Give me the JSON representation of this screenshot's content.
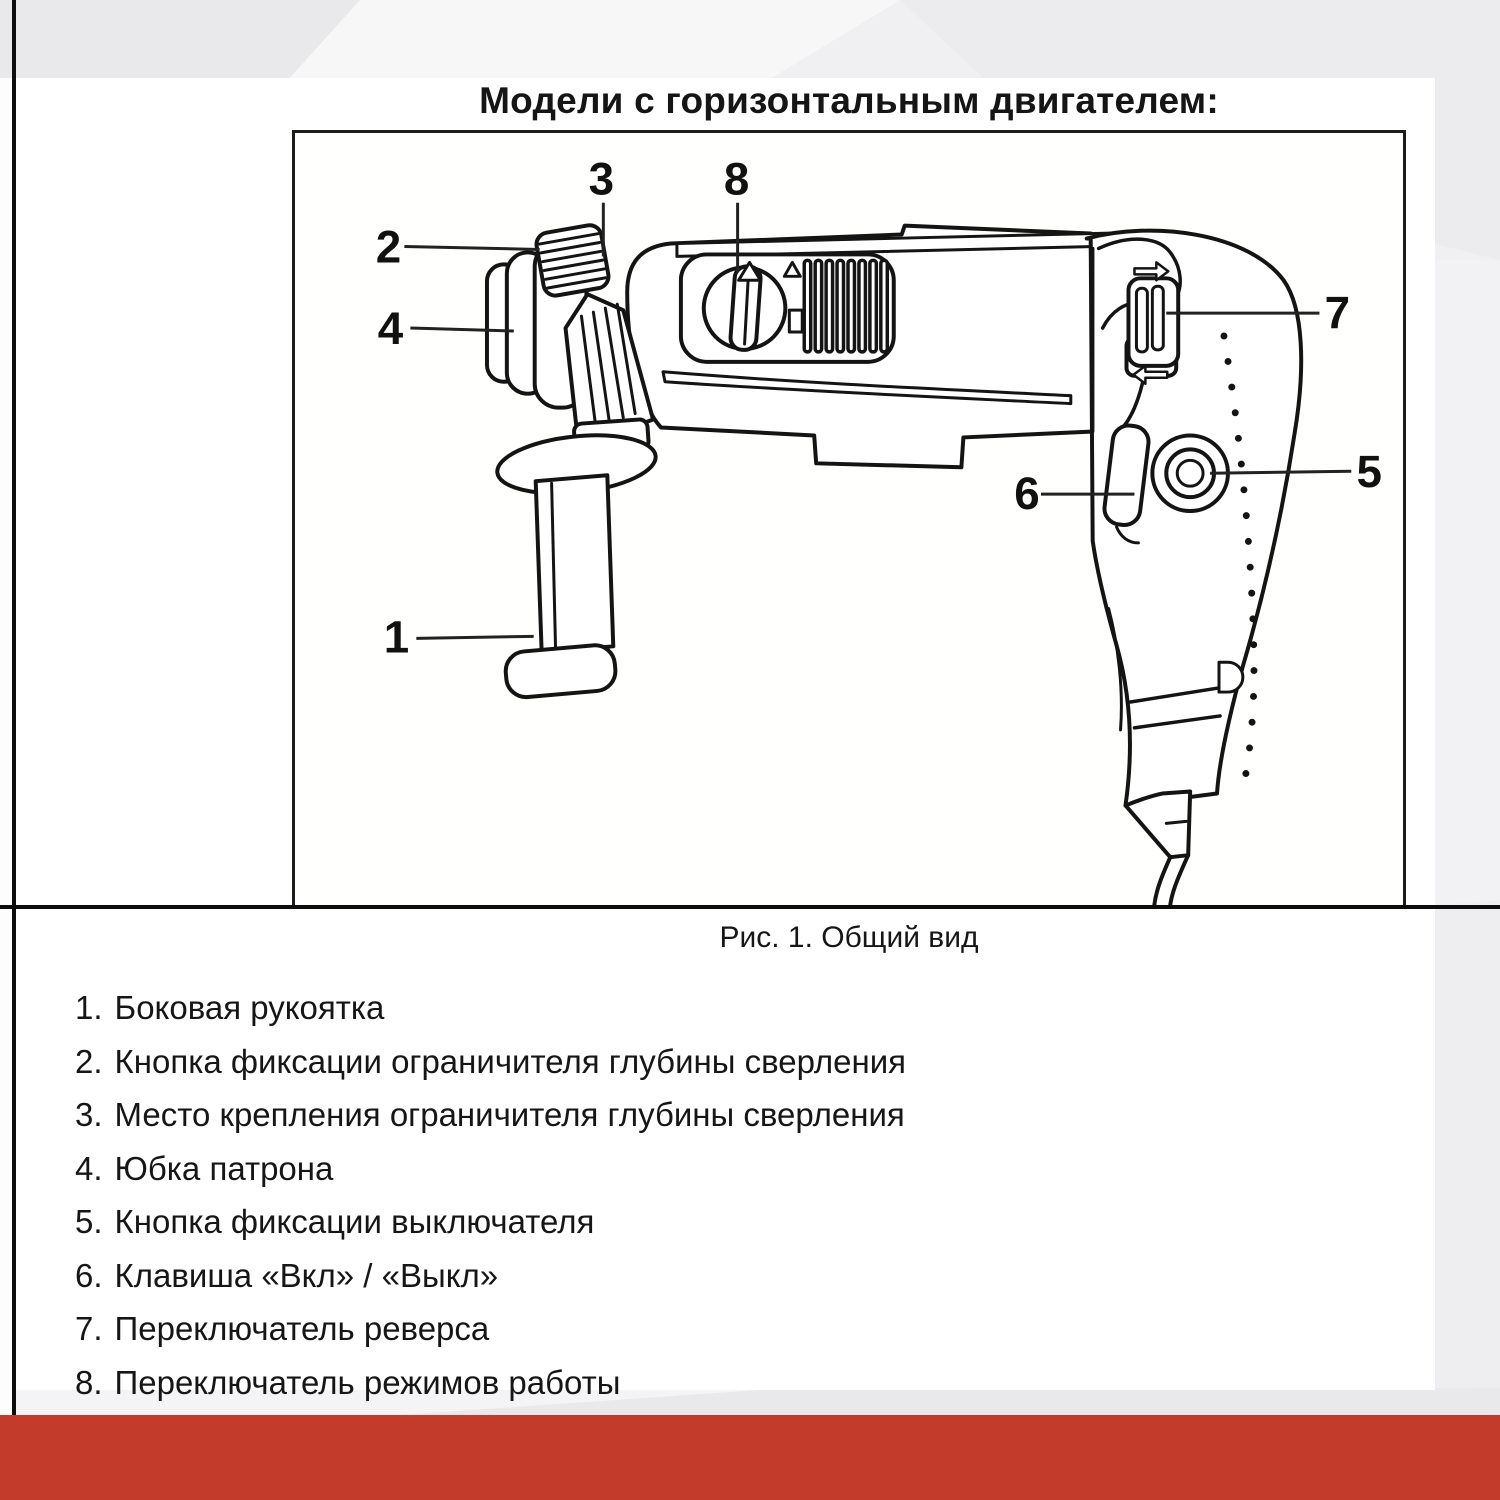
{
  "page": {
    "title": "Модели с горизонтальным двигателем:",
    "figure_caption": "Рис. 1. Общий вид"
  },
  "diagram": {
    "callouts": [
      {
        "num": "1"
      },
      {
        "num": "2"
      },
      {
        "num": "3"
      },
      {
        "num": "4"
      },
      {
        "num": "5"
      },
      {
        "num": "6"
      },
      {
        "num": "7"
      },
      {
        "num": "8"
      }
    ]
  },
  "parts_list": [
    {
      "num": "1.",
      "label": "Боковая рукоятка"
    },
    {
      "num": "2.",
      "label": "Кнопка фиксации ограничителя глубины сверления"
    },
    {
      "num": "3.",
      "label": "Место крепления ограничителя глубины сверления"
    },
    {
      "num": "4.",
      "label": "Юбка патрона"
    },
    {
      "num": "5.",
      "label": "Кнопка фиксации выключателя"
    },
    {
      "num": "6.",
      "label": "Клавиша «Вкл» / «Выкл»"
    },
    {
      "num": "7.",
      "label": "Переключатель реверса"
    },
    {
      "num": "8.",
      "label": "Переключатель режимов работы"
    }
  ],
  "colors": {
    "accent_red": "#c23b2b",
    "line_black": "#111111"
  }
}
